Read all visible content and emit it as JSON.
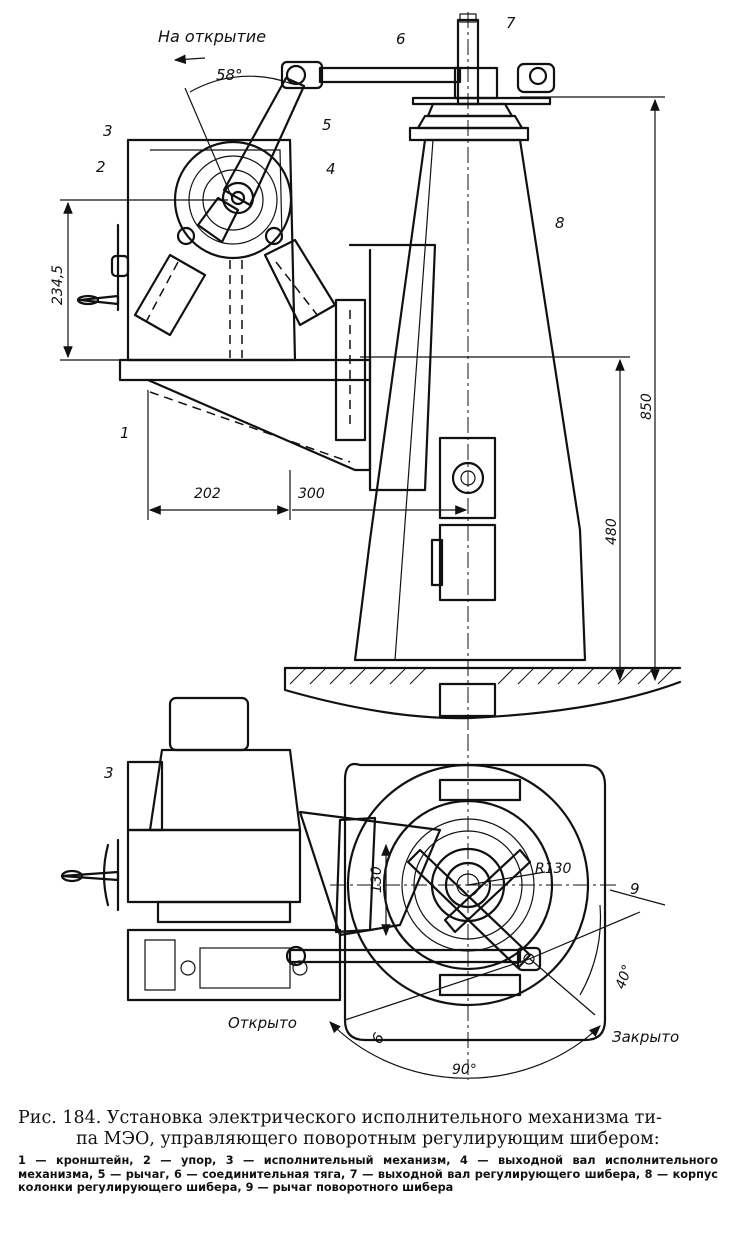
{
  "figure": {
    "labels": {
      "direction": "На открытие",
      "angle_top": "58°",
      "n1": "1",
      "n2": "2",
      "n3": "3",
      "n4": "4",
      "n5": "5",
      "n6": "6",
      "n7": "7",
      "n8": "8",
      "n9": "9",
      "n3_plan": "3",
      "n6_plan": "6"
    },
    "dimensions": {
      "d234": "234,5",
      "d850": "850",
      "d480": "480",
      "d202": "202",
      "d300": "300",
      "d130": "130",
      "r130": "R130",
      "a40": "40°",
      "a90": "90°"
    },
    "positions": {
      "open": "Открыто",
      "closed": "Закрыто"
    }
  },
  "caption": {
    "title_line1": "Рис. 184. Установка электрического исполнительного механизма ти-",
    "title_line2": "па МЭО, управляющего поворотным регулирующим шибером:",
    "legend": "1 — кронштейн, 2 — упор, 3 — исполнительный механизм, 4 — выходной вал исполнительного механизма, 5 — рычаг, 6 — соединительная тяга, 7 — выходной вал регулирующего шибера, 8 — корпус колонки регулирующего шибера, 9 — рычаг поворотного шибера"
  }
}
